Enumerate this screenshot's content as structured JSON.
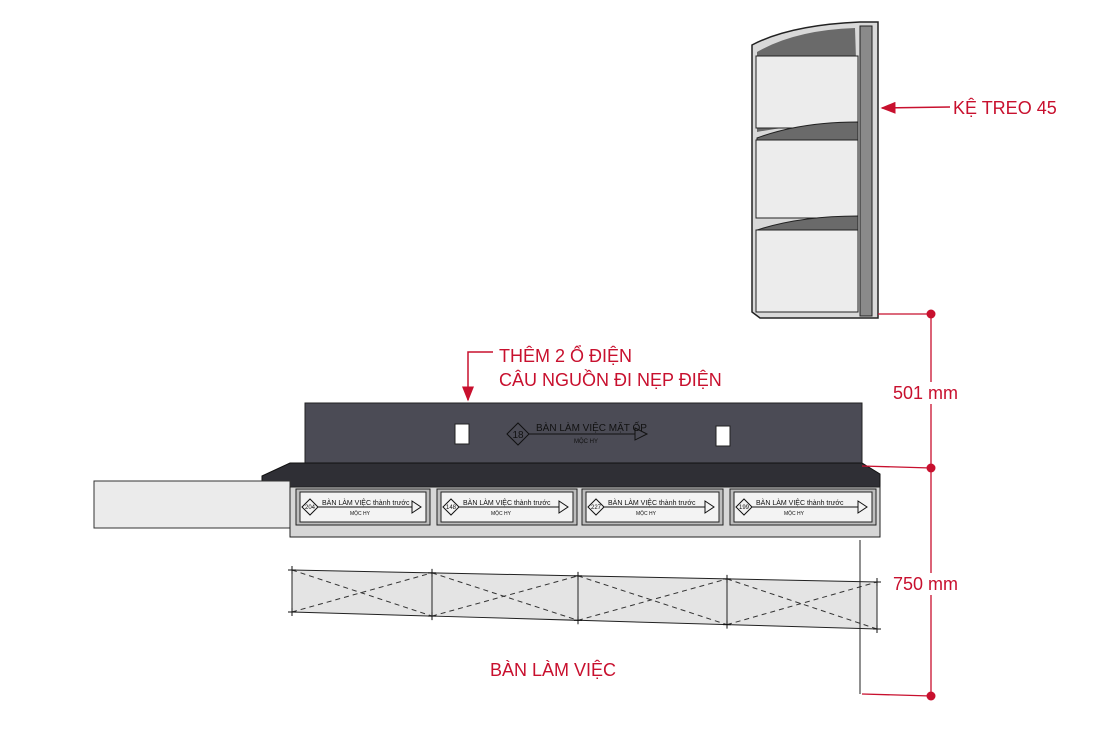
{
  "annotations": {
    "shelf_label": "KỆ TREO 45",
    "outlet_note_line1": "THÊM 2 Ổ ĐIỆN",
    "outlet_note_line2": "CÂU NGUỒN ĐI NẸP ĐIỆN",
    "dim_upper": "501 mm",
    "dim_lower": "750 mm",
    "desk_label": "BÀN LÀM VIỆC"
  },
  "backsplash": {
    "number": "18",
    "title": "BÀN LÀM VIỆC MẶT ỐP",
    "sub": "MỘC HY"
  },
  "drawers": [
    {
      "number": "204",
      "title": "BÀN LÀM VIỆC thành trước",
      "sub": "MỘC HY"
    },
    {
      "number": "148",
      "title": "BÀN LÀM VIỆC thành trước",
      "sub": "MỘC HY"
    },
    {
      "number": "227",
      "title": "BÀN LÀM VIỆC thành trước",
      "sub": "MỘC HY"
    },
    {
      "number": "199",
      "title": "BÀN LÀM VIỆC thành trước",
      "sub": "MỘC HY"
    }
  ],
  "colors": {
    "accent": "#c8102e",
    "panel_dark": "#4b4b55",
    "top_dark": "#2f2f35",
    "panel_light": "#e6e6e6"
  }
}
